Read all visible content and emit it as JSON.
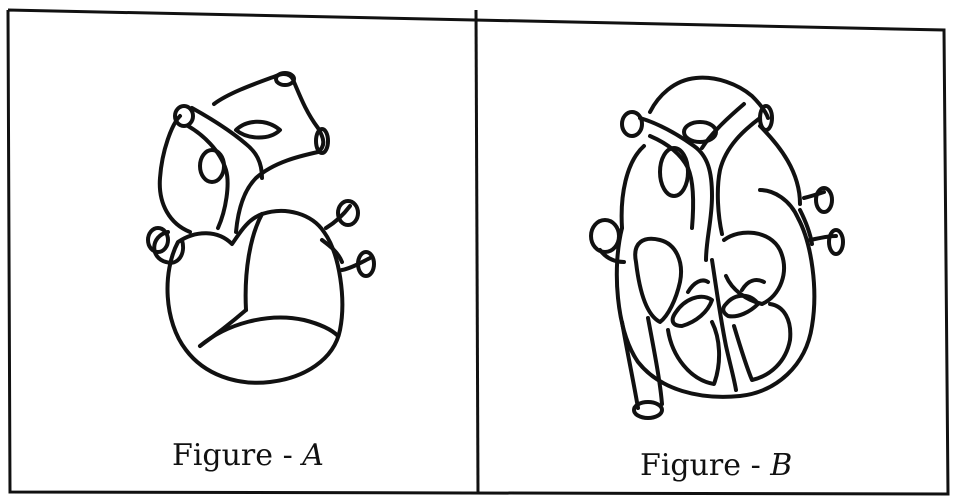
{
  "panels": [
    {
      "id": "A",
      "caption_prefix": "Figure - ",
      "caption_letter": "A"
    },
    {
      "id": "B",
      "caption_prefix": "Figure - ",
      "caption_letter": "B"
    }
  ],
  "colors": {
    "ink": "#111111",
    "paper": "#ffffff"
  }
}
